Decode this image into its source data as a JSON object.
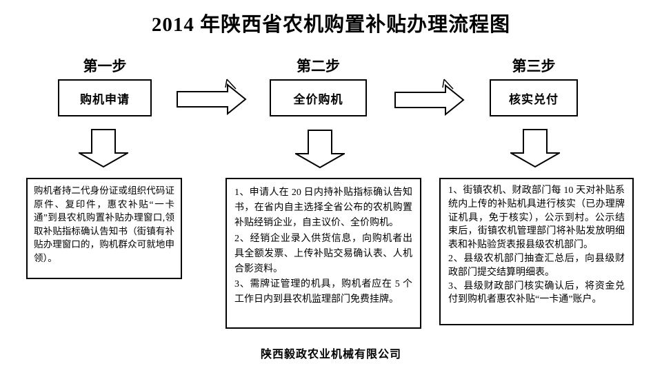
{
  "title": "2014 年陕西省农机购置补贴办理流程图",
  "colors": {
    "ink": "#000000",
    "background": "#ffffff"
  },
  "icons": {
    "flow_right": "right-block-arrow",
    "flow_down": "down-block-arrow"
  },
  "steps": [
    {
      "label": "第一步",
      "action": "购机申请",
      "items": [
        "购机者持二代身份证或组织代码证原件、复印件，惠农补贴“一卡通”到县农机购置补贴办理窗口,领取补贴指标确认告知书（街镇有补贴办理窗口的，购机群众可就地申领）。"
      ]
    },
    {
      "label": "第二步",
      "action": "全价购机",
      "items": [
        "1、申请人在 20 日内持补贴指标确认告知书，在省内自主选择全省公布的农机购置补贴经销企业，自主议价、全价购机。",
        "2、经销企业录入供货信息，向购机者出具全额发票、上传补贴交易确认表、人机合影资料。",
        "3、需牌证管理的机具，购机者应在 5 个工作日内到县农机监理部门免费挂牌。"
      ]
    },
    {
      "label": "第三步",
      "action": "核实兑付",
      "items": [
        "1、街镇农机、财政部门每 10 天对补贴系统内上传的补贴机具进行核实（已办理牌证机具，免于核实），公示到村。公示结束后，街镇农机管理部门将补贴发放明细表和补贴验货表报县级农机部门。",
        "2、县级农机部门抽查汇总后，向县级财政部门提交结算明细表。",
        "3、县级财政部门核实确认后，将资金兑付到购机者惠农补贴“一卡通”账户。"
      ]
    }
  ],
  "footer": "陕西毅政农业机械有限公司"
}
